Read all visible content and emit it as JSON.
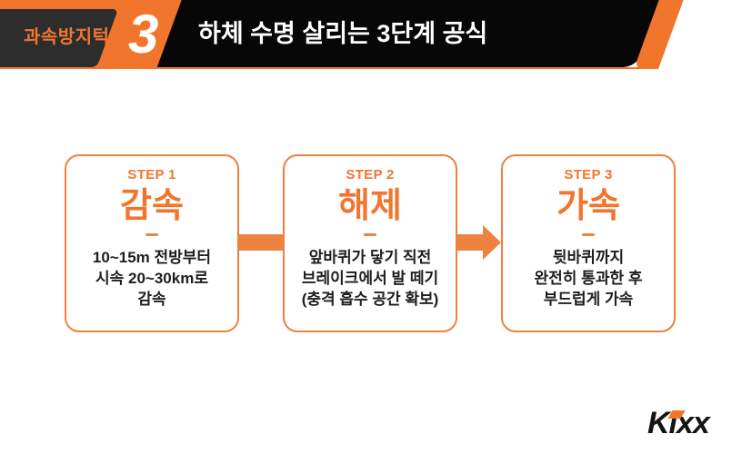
{
  "header": {
    "badge_label": "과속방지턱",
    "badge_number": "3",
    "title": "하체 수명 살리는 3단계 공식"
  },
  "steps": [
    {
      "step_label": "STEP 1",
      "title": "감속",
      "body_lines": [
        "10~15m 전방부터",
        "시속 20~30km로",
        "감속"
      ]
    },
    {
      "step_label": "STEP 2",
      "title": "해제",
      "body_lines": [
        "앞바퀴가 닿기 직전",
        "브레이크에서 발 떼기",
        "(충격 흡수 공간 확보)"
      ]
    },
    {
      "step_label": "STEP 3",
      "title": "가속",
      "body_lines": [
        "뒷바퀴까지",
        "완전히 통과한 후",
        "부드럽게 가속"
      ]
    }
  ],
  "connectors": [
    {
      "between": "step1-step2",
      "shape": "bar"
    },
    {
      "between": "step2-step3",
      "shape": "arrow-right"
    }
  ],
  "logo": {
    "text": "Kixx"
  },
  "colors": {
    "orange_primary": "#F2752E",
    "orange_connector": "#EE8340",
    "card_border": "#F0803E",
    "charcoal": "#2D2D2D",
    "header_black": "#070707",
    "body_text": "#1E1E1E",
    "background": "#FFFFFF"
  }
}
